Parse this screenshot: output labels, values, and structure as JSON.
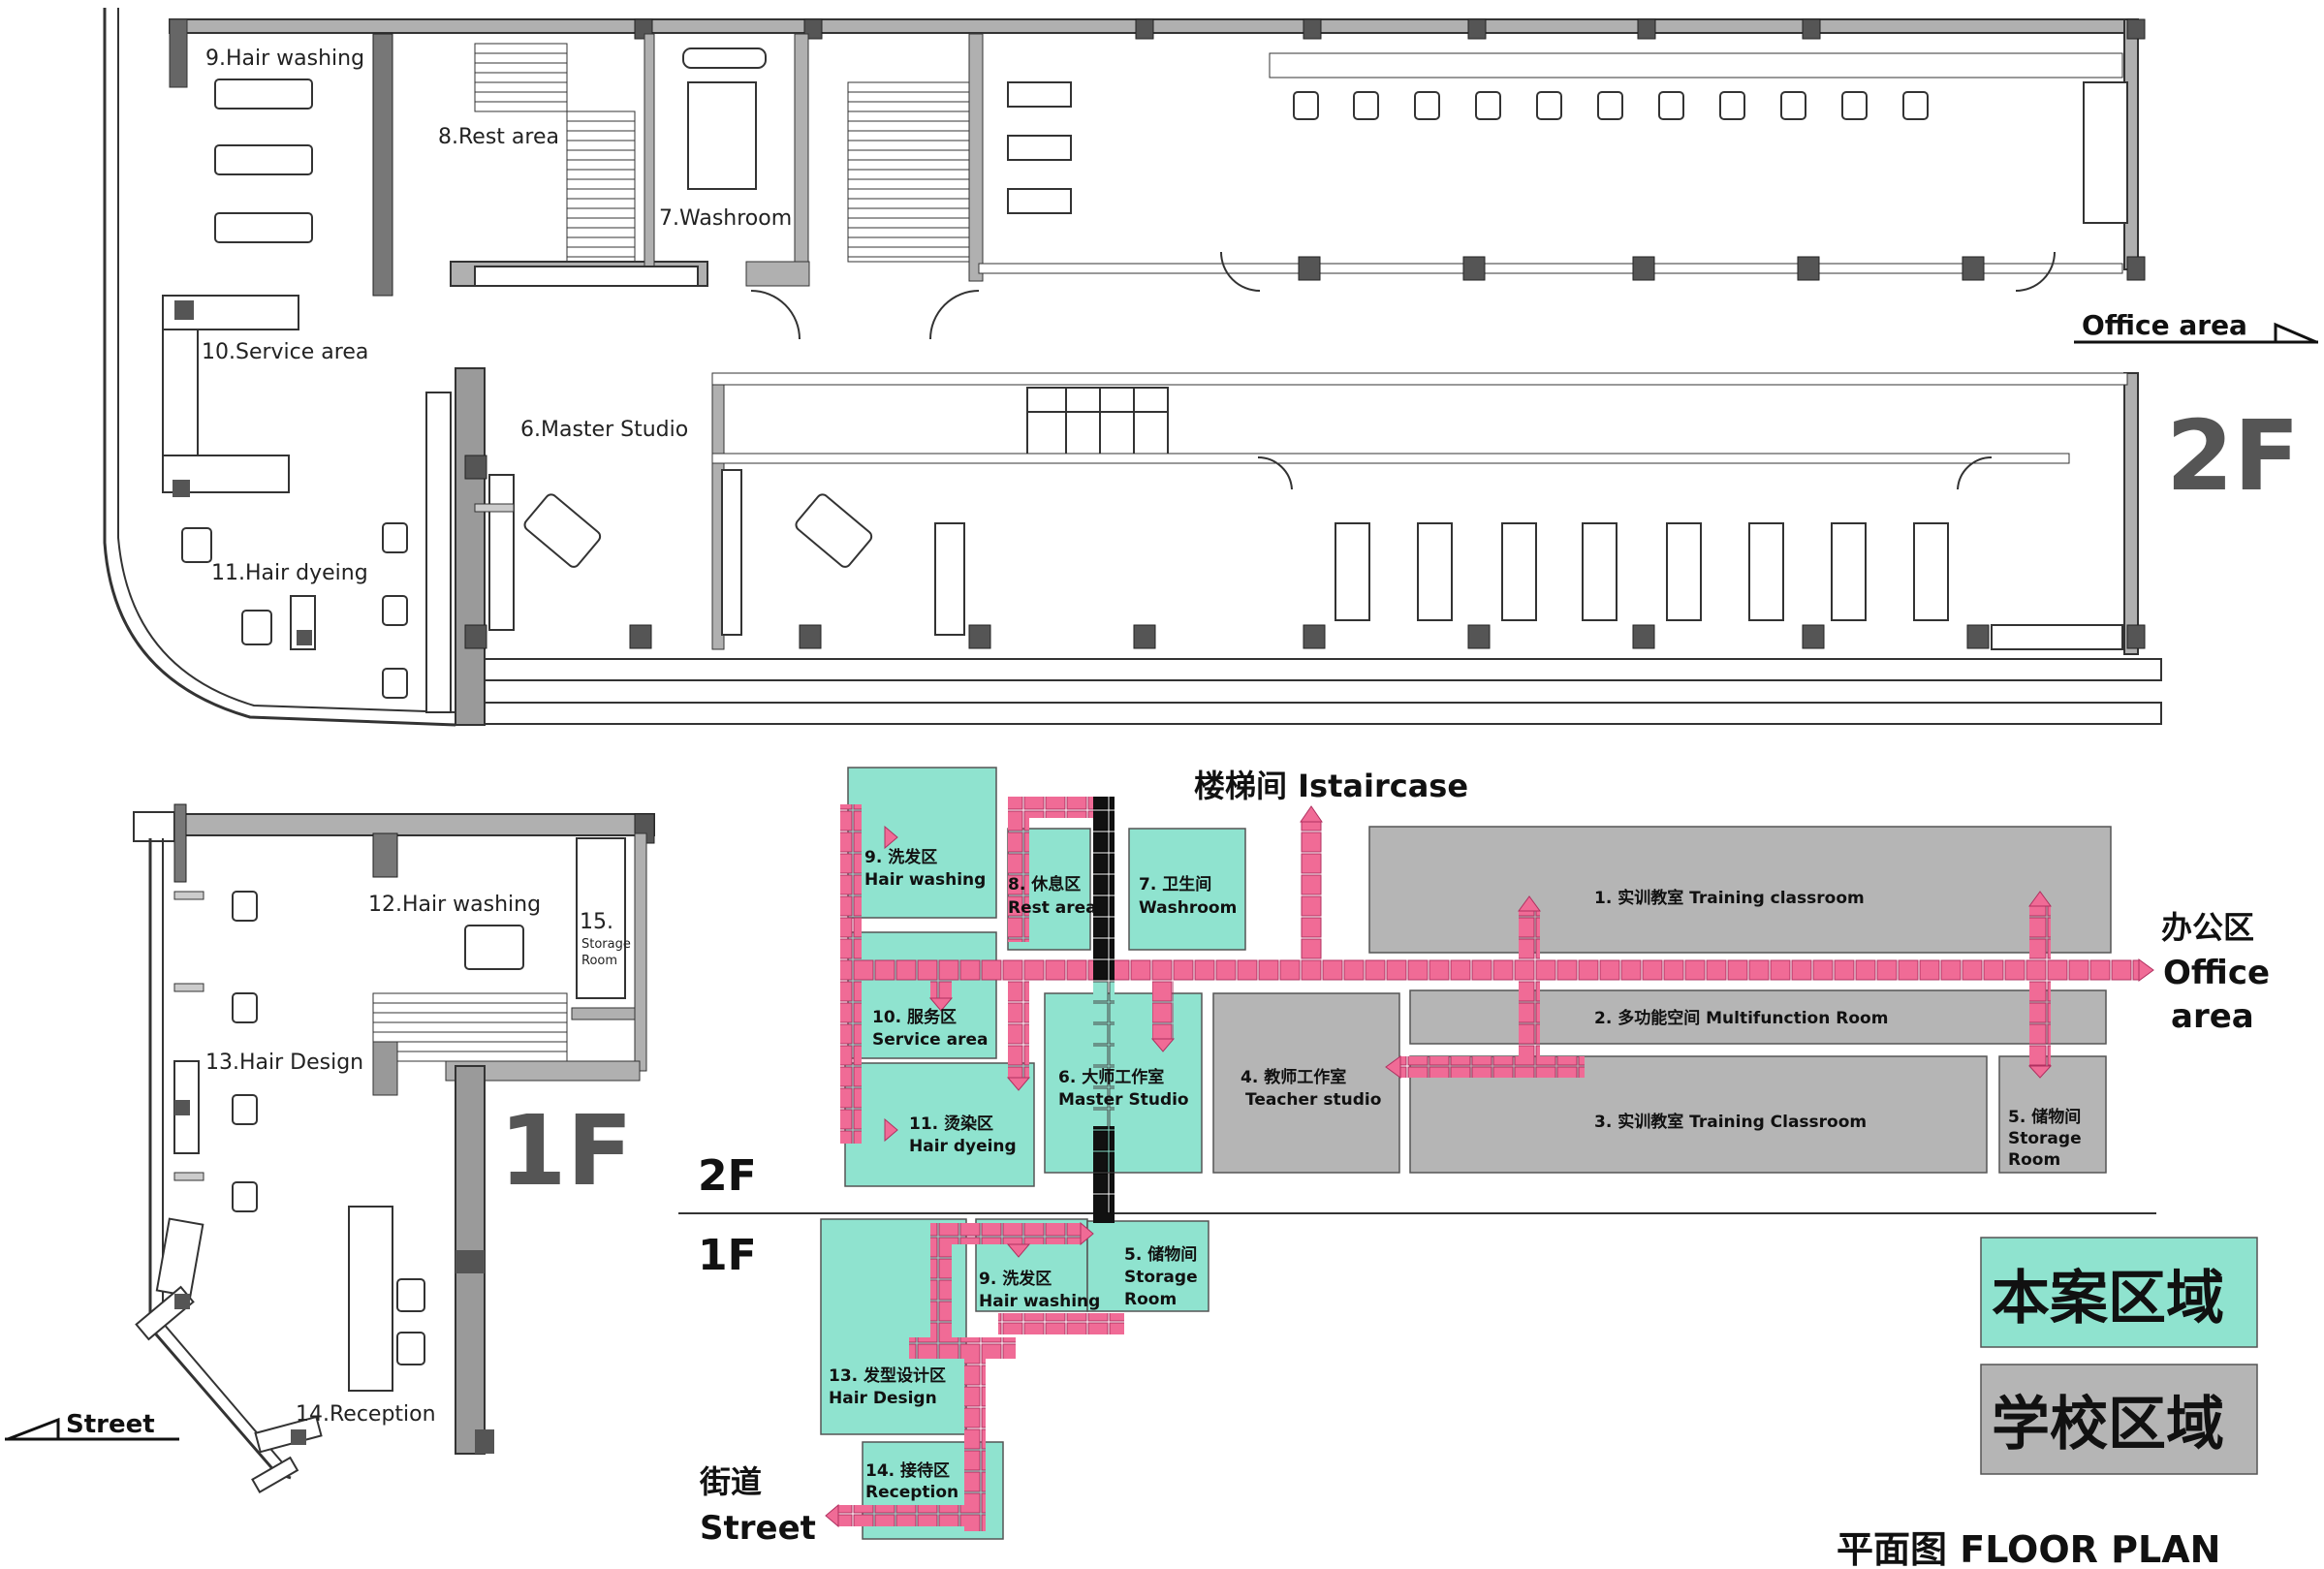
{
  "floor2": {
    "title": "2F",
    "office_area": "Office area",
    "rooms": {
      "hair_washing": "9.Hair washing",
      "rest_area": "8.Rest area",
      "washroom": "7.Washroom",
      "service_area": "10.Service area",
      "master_studio": "6.Master Studio",
      "hair_dyeing": "11.Hair dyeing"
    }
  },
  "floor1": {
    "title": "1F",
    "street": "Street",
    "rooms": {
      "hair_washing": "12.Hair washing",
      "storage_num": "15.",
      "storage_l1": "Storage",
      "storage_l2": "Room",
      "hair_design": "13.Hair Design",
      "reception": "14.Reception"
    }
  },
  "diagram": {
    "staircase": "楼梯间  Istaircase",
    "office_cn": "办公区",
    "office_en1": "Office",
    "office_en2": "area",
    "label_2f": "2F",
    "label_1f": "1F",
    "street_cn": "街道",
    "street_en": "Street",
    "floor_plan": "平面图  FLOOR PLAN",
    "zones_2f": {
      "z9_cn": "9.  洗发区",
      "z9_en": "Hair washing",
      "z8_cn": "8.  休息区",
      "z8_en": "Rest area",
      "z7_cn": "7.  卫生间",
      "z7_en": "Washroom",
      "z10_cn": "10.  服务区",
      "z10_en": "Service area",
      "z11_cn": "11.  烫染区",
      "z11_en": "Hair dyeing",
      "z6_cn": "6.  大师工作室",
      "z6_en": "Master Studio",
      "z4_cn": "4.  教师工作室",
      "z4_en": "Teacher studio",
      "z1": "1.  实训教室        Training classroom",
      "z2": "2.  多功能空间        Multifunction Room",
      "z3": "3.  实训教室        Training Classroom",
      "z5_cn": "5.  储物间",
      "z5_en1": "Storage",
      "z5_en2": "Room"
    },
    "zones_1f": {
      "z9_cn": "9.  洗发区",
      "z9_en": "Hair washing",
      "z5_cn": "5.  储物间",
      "z5_en1": "Storage",
      "z5_en2": "Room",
      "z13_cn": "13.  发型设计区",
      "z13_en": "Hair Design",
      "z14_cn": "14.  接待区",
      "z14_en": "Reception"
    },
    "legend": {
      "project": "本案区域",
      "school": "学校区域"
    }
  },
  "colors": {
    "teal": "#8fe3cf",
    "gray": "#b5b5b5",
    "pink": "#f06b96",
    "wall": "#8a8a8a"
  }
}
